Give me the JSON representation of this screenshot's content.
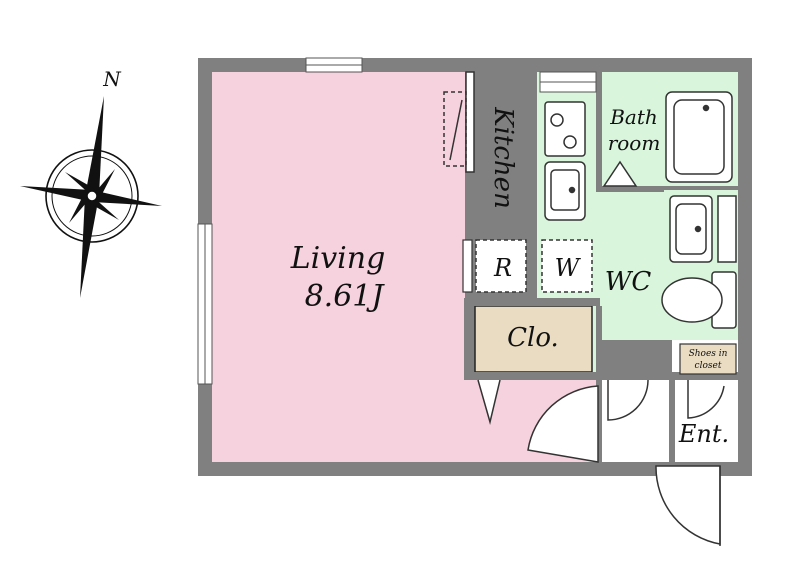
{
  "compass": {
    "north_label": "N"
  },
  "rooms": {
    "living": {
      "name": "Living",
      "size": "8.61J"
    },
    "kitchen": {
      "name": "Kitchen"
    },
    "bathroom": {
      "line1": "Bath",
      "line2": "room"
    },
    "wc": {
      "name": "WC"
    },
    "closet": {
      "name": "Clo."
    },
    "fridge": {
      "name": "R"
    },
    "washer": {
      "name": "W"
    },
    "shoes": {
      "line1": "Shoes in",
      "line2": "closet"
    },
    "entrance": {
      "name": "Ent."
    }
  },
  "colors": {
    "wall": "#808080",
    "living": "#f6d1de",
    "wet_area": "#d9f5dc",
    "closet": "#e9dcc3",
    "floor": "#ffffff"
  }
}
